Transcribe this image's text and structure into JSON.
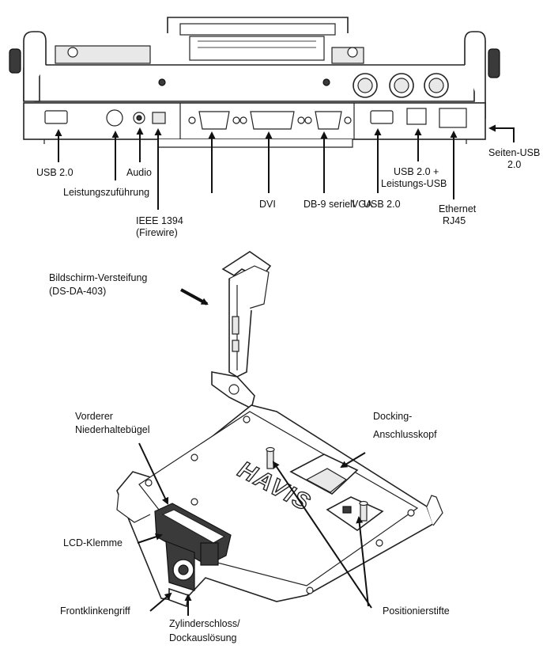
{
  "top_labels": {
    "usb20_left": "USB 2.0",
    "power_input": "Leistungszuführung",
    "audio": "Audio",
    "ieee1394_line1": "IEEE 1394",
    "ieee1394_line2": "(Firewire)",
    "dvi": "DVI",
    "db9_serial": "DB-9 seriell",
    "vga": "VGA",
    "usb20_right": "USB 2.0",
    "usb20_power_line1": "USB 2.0 +",
    "usb20_power_line2": "Leistungs-USB",
    "ethernet_line1": "Ethernet",
    "ethernet_line2": "RJ45",
    "side_usb_line1": "Seiten-USB",
    "side_usb_line2": "2.0"
  },
  "bottom_labels": {
    "screen_stiffener_line1": "Bildschirm-Versteifung",
    "screen_stiffener_line2": "(DS-DA-403)",
    "front_holddown_line1": "Vorderer",
    "front_holddown_line2": "Niederhaltebügel",
    "docking_head_line1": "Docking-",
    "docking_head_line2": "Anschlusskopf",
    "lcd_clamp": "LCD-Klemme",
    "front_latch_handle": "Frontklinkengriff",
    "cylinder_lock_line1": "Zylinderschloss/",
    "cylinder_lock_line2": "Dockauslösung",
    "positioning_pins": "Positionierstifte"
  },
  "logo_text": "HAVIS"
}
